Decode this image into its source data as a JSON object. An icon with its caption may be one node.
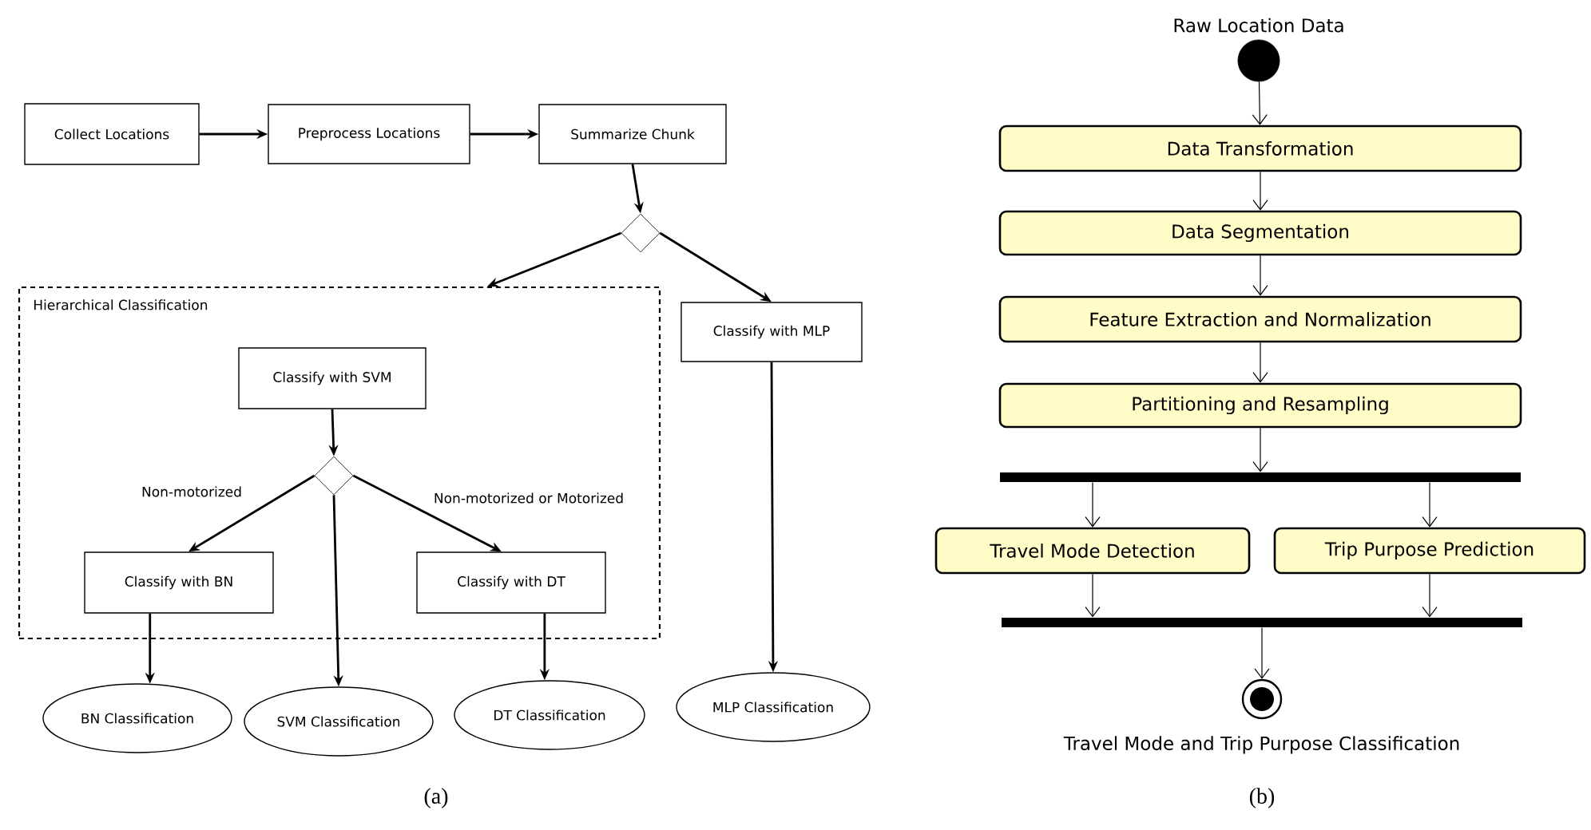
{
  "diagram": {
    "nodes": [
      {
        "text": [
          "Collect Locations"
        ]
      },
      {
        "text": [
          "Preprocess Locations"
        ]
      },
      {
        "text": [
          "Summarize Chunk"
        ]
      },
      {
        "text": [],
        "shape": "diamond"
      },
      {
        "text": [
          "Hierarchical Classification"
        ]
      },
      {
        "text": [
          "Classify with MLP"
        ]
      },
      {
        "text": [
          "Classify with SVM"
        ],
        "in": 4
      },
      {
        "text": [],
        "shape": "diamond",
        "in": 4
      },
      {
        "text": [
          "Classify with BN"
        ],
        "in": 4
      },
      {
        "text": [
          "Classify with DT"
        ],
        "in": 4
      },
      {
        "text": [
          "BN Classification"
        ]
      },
      {
        "text": [
          "SVM Classification"
        ]
      },
      {
        "text": [
          "DT Classification"
        ]
      },
      {
        "text": [
          "MLP Classification"
        ]
      },
      {
        "text": [],
        "shape": "circle",
        "beside": [
          "Raw Location Data"
        ]
      },
      {
        "text": [
          "Data Transformation"
        ]
      },
      {
        "text": [
          "Data Segmentation"
        ]
      },
      {
        "text": [
          "Feature Extraction and Normalization"
        ]
      },
      {
        "text": [
          "Partitioning and Resampling"
        ]
      },
      {
        "text": [],
        "shape": "bar"
      },
      {
        "text": [
          "Travel Mode Detection"
        ]
      },
      {
        "text": [
          "Trip Purpose Prediction"
        ]
      },
      {
        "text": [],
        "shape": "bar"
      },
      {
        "text": [],
        "shape": "circle",
        "beside": [
          "Travel Mode and Trip Purpose Classification"
        ]
      }
    ],
    "edges": [
      {
        "from": 0,
        "to": 1,
        "arrow": "to"
      },
      {
        "from": 1,
        "to": 2,
        "arrow": "to"
      },
      {
        "from": 2,
        "to": 3,
        "arrow": "to"
      },
      {
        "from": 3,
        "to": 4,
        "arrow": "to"
      },
      {
        "from": 3,
        "to": 5,
        "arrow": "to"
      },
      {
        "from": 6,
        "to": 7,
        "arrow": "to"
      },
      {
        "from": 7,
        "to": 8,
        "arrow": "to",
        "label": "Non-motorized"
      },
      {
        "from": 7,
        "to": 11,
        "arrow": "to"
      },
      {
        "from": 7,
        "to": 9,
        "arrow": "to",
        "label": "Non-motorized or Motorized"
      },
      {
        "from": 8,
        "to": 10,
        "arrow": "to"
      },
      {
        "from": 9,
        "to": 12,
        "arrow": "to"
      },
      {
        "from": 5,
        "to": 13,
        "arrow": "to"
      },
      {
        "from": 14,
        "to": 15,
        "arrow": "to"
      },
      {
        "from": 15,
        "to": 16,
        "arrow": "to"
      },
      {
        "from": 16,
        "to": 17,
        "arrow": "to"
      },
      {
        "from": 17,
        "to": 18,
        "arrow": "to"
      },
      {
        "from": 18,
        "to": 19,
        "arrow": "to"
      },
      {
        "from": 19,
        "to": 20,
        "arrow": "to"
      },
      {
        "from": 19,
        "to": 21,
        "arrow": "to"
      },
      {
        "from": 20,
        "to": 22,
        "arrow": "to"
      },
      {
        "from": 21,
        "to": 22,
        "arrow": "to"
      },
      {
        "from": 22,
        "to": 23,
        "arrow": "to"
      }
    ],
    "labels": [
      "(a)",
      "(b)"
    ]
  }
}
